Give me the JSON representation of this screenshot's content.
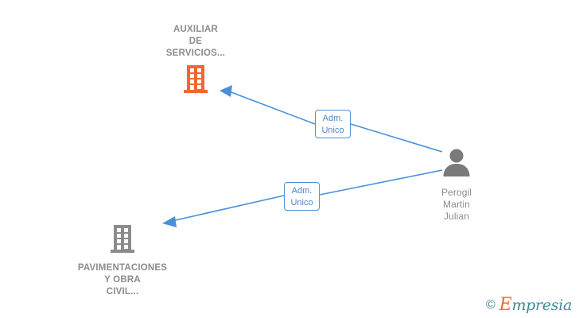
{
  "diagram": {
    "background": "#ffffff",
    "edge_color": "#4a90d9",
    "company_color": "#f5662e",
    "person_color": "#7a7a7a",
    "label_text_color": "#8c8c8c",
    "nodes": [
      {
        "id": "auxiliar",
        "label": "AUXILIAR\nDE\nSERVICIOS...",
        "icon": "building-icon",
        "type": "company",
        "color": "#f5662e"
      },
      {
        "id": "pavimentaciones",
        "label": "PAVIMENTACIONES\nY OBRA\nCIVIL...",
        "icon": "building-icon",
        "type": "company",
        "color": "#8c8c8c"
      },
      {
        "id": "perogil",
        "label": "Perogil\nMartin\nJulian",
        "icon": "person-icon",
        "type": "person",
        "color": "#7a7a7a"
      }
    ],
    "edges": [
      {
        "id": "edge-1",
        "from": "perogil",
        "to": "auxiliar",
        "label": "Adm.\nUnico"
      },
      {
        "id": "edge-2",
        "from": "perogil",
        "to": "pavimentaciones",
        "label": "Adm.\nUnico"
      }
    ]
  },
  "watermark": {
    "copyright": "©",
    "brand_initial": "E",
    "brand_rest": "mpresia"
  }
}
